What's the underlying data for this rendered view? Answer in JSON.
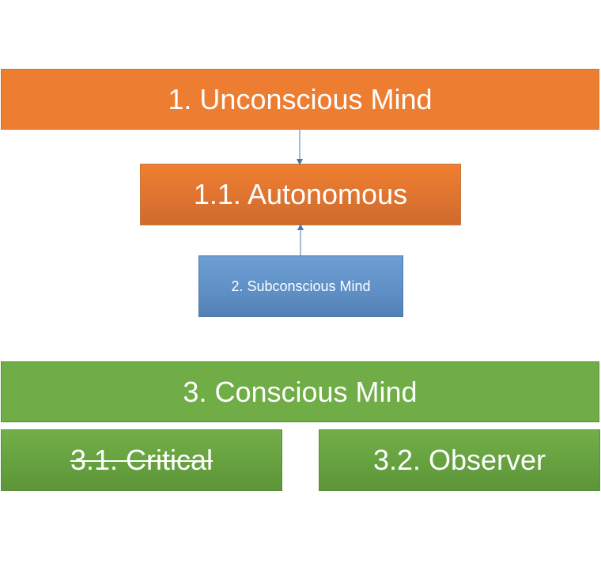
{
  "diagram": {
    "nodes": {
      "unconscious": {
        "label": "1. Unconscious Mind",
        "color": "#ed7d31"
      },
      "autonomous": {
        "label": "1.1. Autonomous",
        "color": "#de7430"
      },
      "subconscious": {
        "label": "2. Subconscious Mind",
        "color": "#5f8fc5"
      },
      "conscious": {
        "label": "3. Conscious Mind",
        "color": "#70ad47"
      },
      "critical": {
        "label": "3.1. Critical",
        "color": "#65a03f",
        "struck_through": true
      },
      "observer": {
        "label": "3.2. Observer",
        "color": "#65a03f"
      }
    },
    "edges": [
      {
        "from": "unconscious",
        "to": "autonomous"
      },
      {
        "from": "subconscious",
        "to": "autonomous"
      }
    ],
    "connector_color": "#4a78a8"
  }
}
